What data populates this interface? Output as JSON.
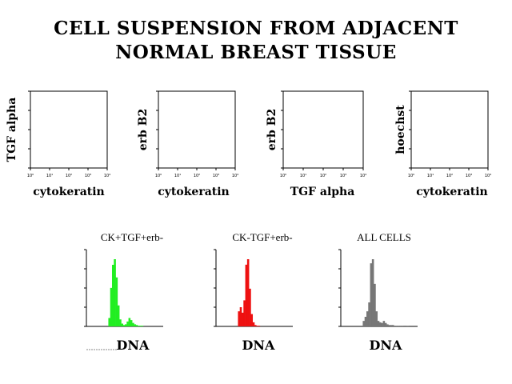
{
  "title": {
    "line1": "CELL SUSPENSION FROM ADJACENT",
    "line2": "NORMAL BREAST TISSUE"
  },
  "chart_data": [
    {
      "type": "scatter",
      "xlabel": "cytokeratin",
      "ylabel": "TGF alpha",
      "xticks": [
        "10⁰",
        "10¹",
        "10²",
        "10³",
        "10⁴"
      ],
      "xscale": "log",
      "points": []
    },
    {
      "type": "scatter",
      "xlabel": "cytokeratin",
      "ylabel": "erb B2",
      "xticks": [
        "10⁰",
        "10¹",
        "10²",
        "10³",
        "10⁴"
      ],
      "xscale": "log",
      "points": []
    },
    {
      "type": "scatter",
      "xlabel": "TGF alpha",
      "ylabel": "erb B2",
      "xticks": [
        "10⁰",
        "10¹",
        "10²",
        "10³",
        "10⁴"
      ],
      "xscale": "log",
      "points": []
    },
    {
      "type": "scatter",
      "xlabel": "cytokeratin",
      "ylabel": "hoechst",
      "xticks": [
        "10⁰",
        "10¹",
        "10²",
        "10³",
        "10⁴"
      ],
      "xscale": "log",
      "points": []
    },
    {
      "type": "bar",
      "title": "CK+TGF+erb-",
      "xlabel": "DNA",
      "color": "#22ee22",
      "values": [
        0,
        0,
        0,
        0,
        0,
        0,
        0,
        0,
        0,
        0,
        0,
        0,
        12,
        55,
        88,
        96,
        70,
        30,
        10,
        4,
        2,
        3,
        7,
        12,
        9,
        5,
        3,
        2,
        1,
        1,
        1,
        0,
        0,
        0,
        0,
        0,
        0,
        0,
        0,
        0,
        0,
        0
      ]
    },
    {
      "type": "bar",
      "title": "CK-TGF+erb-",
      "xlabel": "DNA",
      "color": "#ee1111",
      "values": [
        0,
        0,
        0,
        0,
        0,
        0,
        0,
        0,
        0,
        0,
        0,
        0,
        22,
        28,
        20,
        38,
        90,
        98,
        55,
        18,
        6,
        2,
        1,
        1,
        0,
        0,
        0,
        0,
        0,
        0,
        0,
        0,
        0,
        0,
        0,
        0,
        0,
        0,
        0,
        0,
        0,
        0
      ]
    },
    {
      "type": "bar",
      "title": "ALL CELLS",
      "xlabel": "DNA",
      "color": "#777777",
      "values": [
        0,
        0,
        0,
        0,
        0,
        0,
        0,
        0,
        0,
        0,
        0,
        0,
        8,
        14,
        22,
        35,
        92,
        98,
        62,
        22,
        8,
        6,
        5,
        8,
        5,
        3,
        2,
        2,
        2,
        1,
        1,
        1,
        1,
        1,
        0,
        0,
        1,
        0,
        0,
        0,
        0,
        0
      ]
    }
  ]
}
